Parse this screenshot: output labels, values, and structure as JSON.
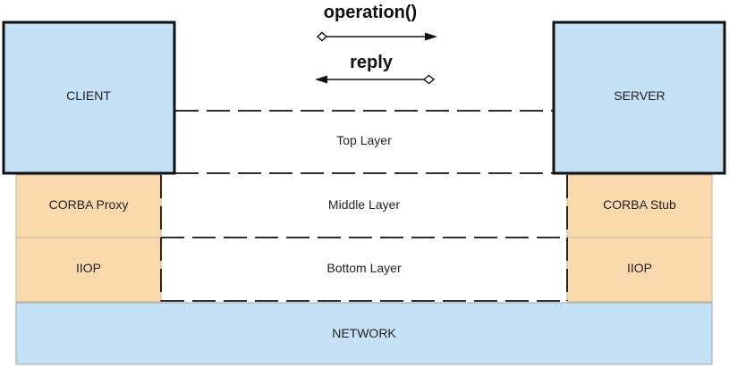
{
  "arrows": {
    "request_label": "operation()",
    "reply_label": "reply"
  },
  "client": {
    "label": "CLIENT",
    "proxy_label": "CORBA Proxy",
    "iiop_label": "IIOP"
  },
  "server": {
    "label": "SERVER",
    "stub_label": "CORBA Stub",
    "iiop_label": "IIOP"
  },
  "layers": {
    "top": "Top Layer",
    "middle": "Middle Layer",
    "bottom": "Bottom Layer"
  },
  "network": {
    "label": "NETWORK"
  },
  "colors": {
    "blue_fill": "#c5e1f5",
    "orange_fill": "#fad9ac",
    "border": "#111111"
  }
}
